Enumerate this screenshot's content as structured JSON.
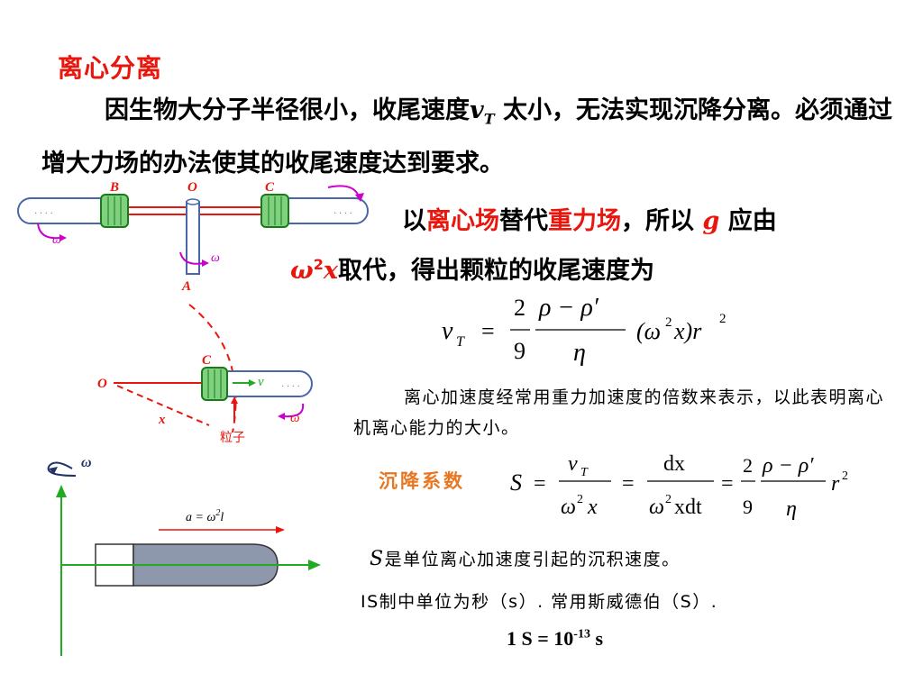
{
  "heading": "离心分离",
  "intro": {
    "part1": "因生物大分子半径很小，收尾速度",
    "v_symbol": "v",
    "v_sub": "T",
    "part2": " 太小，无法实现沉降分离。必须通过增大力场的办法使其的收尾速度达到要求。"
  },
  "replacement": {
    "t1": "以",
    "centrifugal_field": "离心场",
    "t2": "替代",
    "gravity_field": "重力场",
    "t3": "，所以 ",
    "g": "g",
    "t4": " 应由",
    "omega": "ω",
    "exp": "2",
    "x": "x",
    "t5": "取代，得出颗粒的收尾速度为"
  },
  "formula1": {
    "lhs": "v",
    "lhs_sub": "T",
    "eq": "=",
    "num": "2",
    "den": "9",
    "rho_num": "ρ − ρ′",
    "eta": "η",
    "factor": "(ω",
    "factor_sup": "2",
    "factor_end": "x)r",
    "r_sup": "2"
  },
  "note_multiple": "离心加速度经常用重力加速度的倍数来表示，以此表明离心机离心能力的大小。",
  "sedimentation_label": "沉降系数",
  "formula2": {
    "S": "S",
    "eq": "=",
    "f1_num": "v",
    "f1_num_sub": "T",
    "f1_den": "ω",
    "f1_den_sup": "2",
    "f1_den_x": "x",
    "f2_num": "dx",
    "f2_den": "ω",
    "f2_den_sup": "2",
    "f2_den_rest": "xdt",
    "f3_num": "2",
    "f3_den": "9",
    "f4_num": "ρ − ρ′",
    "f4_den": "η",
    "r": "r",
    "r_sup": "2"
  },
  "s_definition": {
    "S": "S",
    "text": "是单位离心加速度引起的沉积速度。"
  },
  "s_unit": "IS制中单位为秒（s）. 常用斯威德伯（S）.",
  "s_equation": {
    "lhs": "1 S = 10",
    "exp": "-13",
    "rhs": " s"
  },
  "diagram_top": {
    "label_B": "B",
    "label_O": "O",
    "label_C": "C",
    "label_A": "A",
    "omega_left": "ω",
    "omega_mid": "ω"
  },
  "diagram_mid": {
    "label_C": "C",
    "label_O": "O",
    "label_v": "v",
    "label_x": "x",
    "label_omega": "ω",
    "label_particle": "粒子"
  },
  "diagram_bottom": {
    "omega": "ω",
    "accel": "a = ω",
    "accel_sup": "2",
    "accel_end": "l"
  },
  "colors": {
    "red": "#e8160c",
    "orange": "#e87722",
    "magenta": "#cc00cc",
    "green": "#22aa22",
    "tube_fill": "#8e98ac"
  }
}
